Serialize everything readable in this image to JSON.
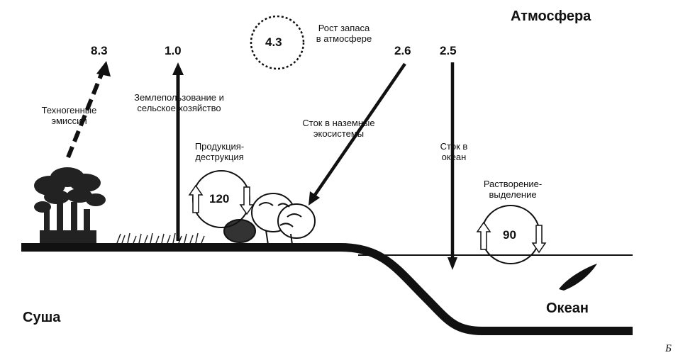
{
  "labels": {
    "atmosphere": "Атмосфера",
    "land": "Суша",
    "ocean": "Океан",
    "corner": "Б",
    "tech_emissions": [
      "Техногенные",
      "эмиссии"
    ],
    "land_use": [
      "Землепользование и",
      "сельское хозяйство"
    ],
    "atm_growth": [
      "Рост запаса",
      "в атмосфере"
    ],
    "terrestrial_sink": [
      "Сток в наземные",
      "экосистемы"
    ],
    "prod_destr": [
      "Продукция-",
      "деструкция"
    ],
    "ocean_sink": [
      "Сток в",
      "океан"
    ],
    "dissolution": [
      "Растворение-",
      "выделение"
    ]
  },
  "fluxes": {
    "tech_emissions": "8.3",
    "land_use": "1.0",
    "atm_growth": "4.3",
    "terrestrial_sink": "2.6",
    "ocean_sink": "2.5",
    "prod_destr": "120",
    "dissolution": "90"
  },
  "colors": {
    "ink": "#111111",
    "background": "#ffffff"
  },
  "icons": [
    "factory-icon",
    "grass-icon",
    "trees-icon",
    "fish-icon"
  ]
}
